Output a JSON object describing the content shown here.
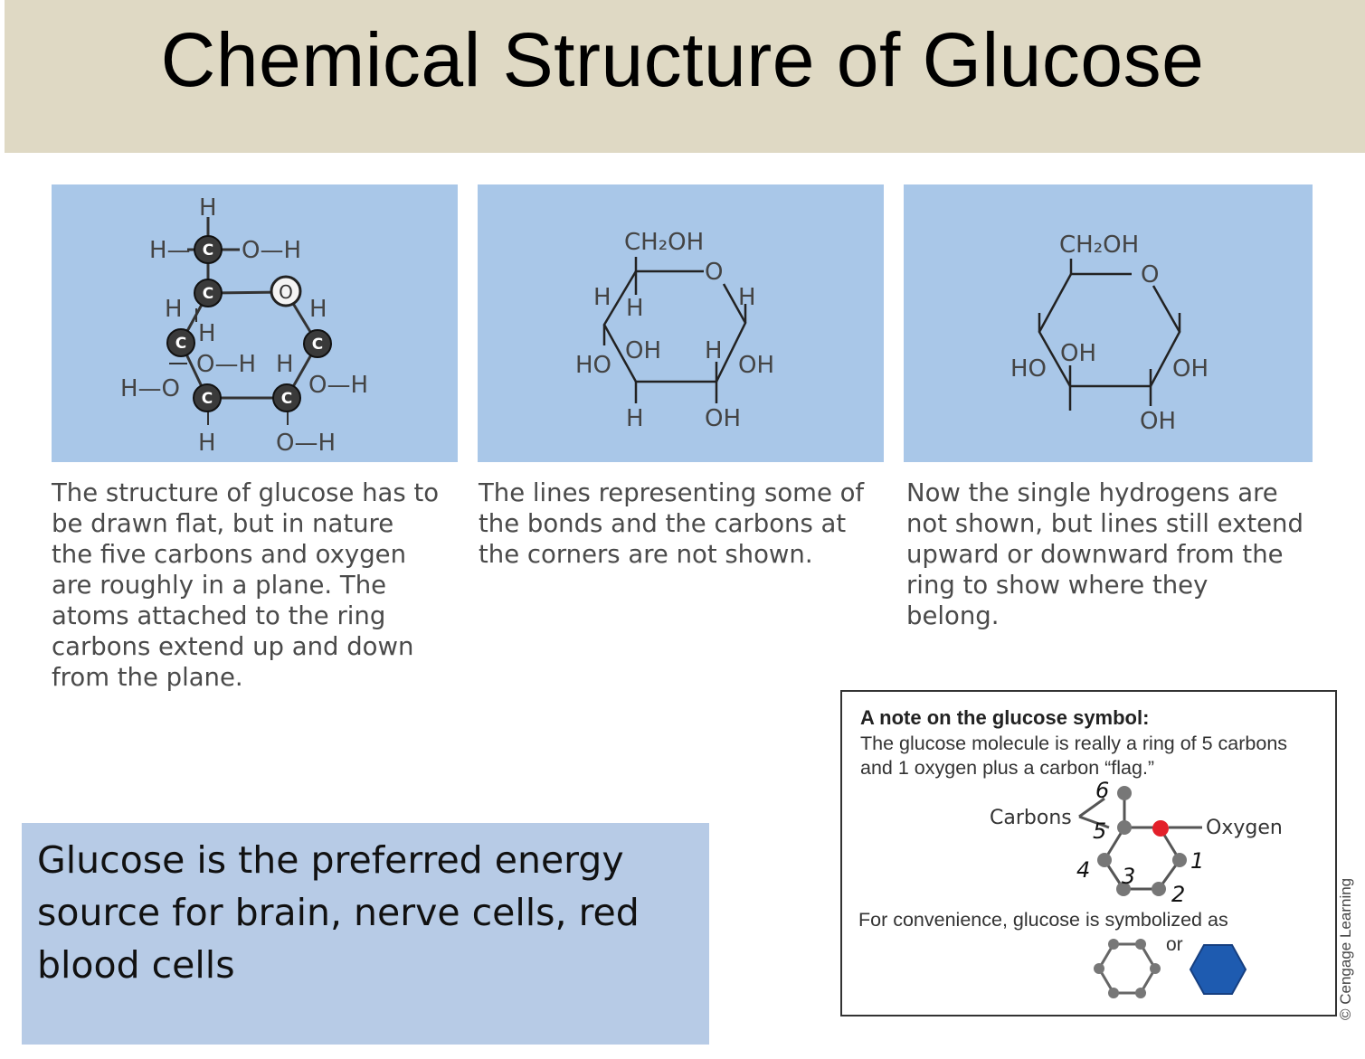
{
  "page": {
    "title": "Chemical Structure of Glucose",
    "background_color": "#dfd9c4",
    "panel_color": "#a9c7e8",
    "callout_color": "#b7cbe6"
  },
  "panels": [
    {
      "atoms": {
        "h_top": "H",
        "h_c6": "H—",
        "o_h_c6": "O—H",
        "h_c5": "H",
        "h_ring_o_right": "H",
        "h_c5_below": "H",
        "o_h_c4": "O—H",
        "h_c1": "H",
        "h_o_c3": "H—O",
        "o_h_c2": "O—H",
        "h_bottom_left": "H",
        "o_h_bottom": "O—H",
        "carbon": "C",
        "oxygen": "O"
      },
      "caption": "The structure of glucose has to be drawn flat, but in nature the five carbons and oxygen are roughly in a plane. The atoms attached to the ring carbons extend up and down from the plane."
    },
    {
      "atoms": {
        "ch2oh": "CH₂OH",
        "ring_o": "O",
        "h_left1": "H",
        "h_left2": "H",
        "h_right": "H",
        "ho_left": "HO",
        "oh_inner": "OH",
        "h_inner": "H",
        "oh_right": "OH",
        "h_bottom": "H",
        "oh_bottom": "OH"
      },
      "caption": "The lines representing some of the bonds and the carbons at the corners are not shown."
    },
    {
      "atoms": {
        "ch2oh": "CH₂OH",
        "ring_o": "O",
        "ho_left": "HO",
        "oh_inner": "OH",
        "oh_right": "OH",
        "oh_bottom": "OH"
      },
      "caption": "Now the single hydrogens are not shown, but lines still extend upward or downward from the ring to show where they belong."
    }
  ],
  "note": {
    "title": "A note on the glucose symbol:",
    "body": "The glucose molecule is really a ring of 5 carbons and 1 oxygen plus a carbon “flag.”",
    "carbons_label": "Carbons",
    "oxygen_label": "Oxygen",
    "handwritten_numbers": [
      "6",
      "5",
      "4",
      "3",
      "2",
      "1"
    ],
    "convenience": "For convenience, glucose is symbolized as",
    "or": "or",
    "oxygen_color": "#e3202a",
    "hexagon_color": "#1e5bb0"
  },
  "callout": {
    "text": "Glucose is the preferred energy source for brain, nerve cells, red blood cells"
  },
  "credit": "© Cengage Learning"
}
